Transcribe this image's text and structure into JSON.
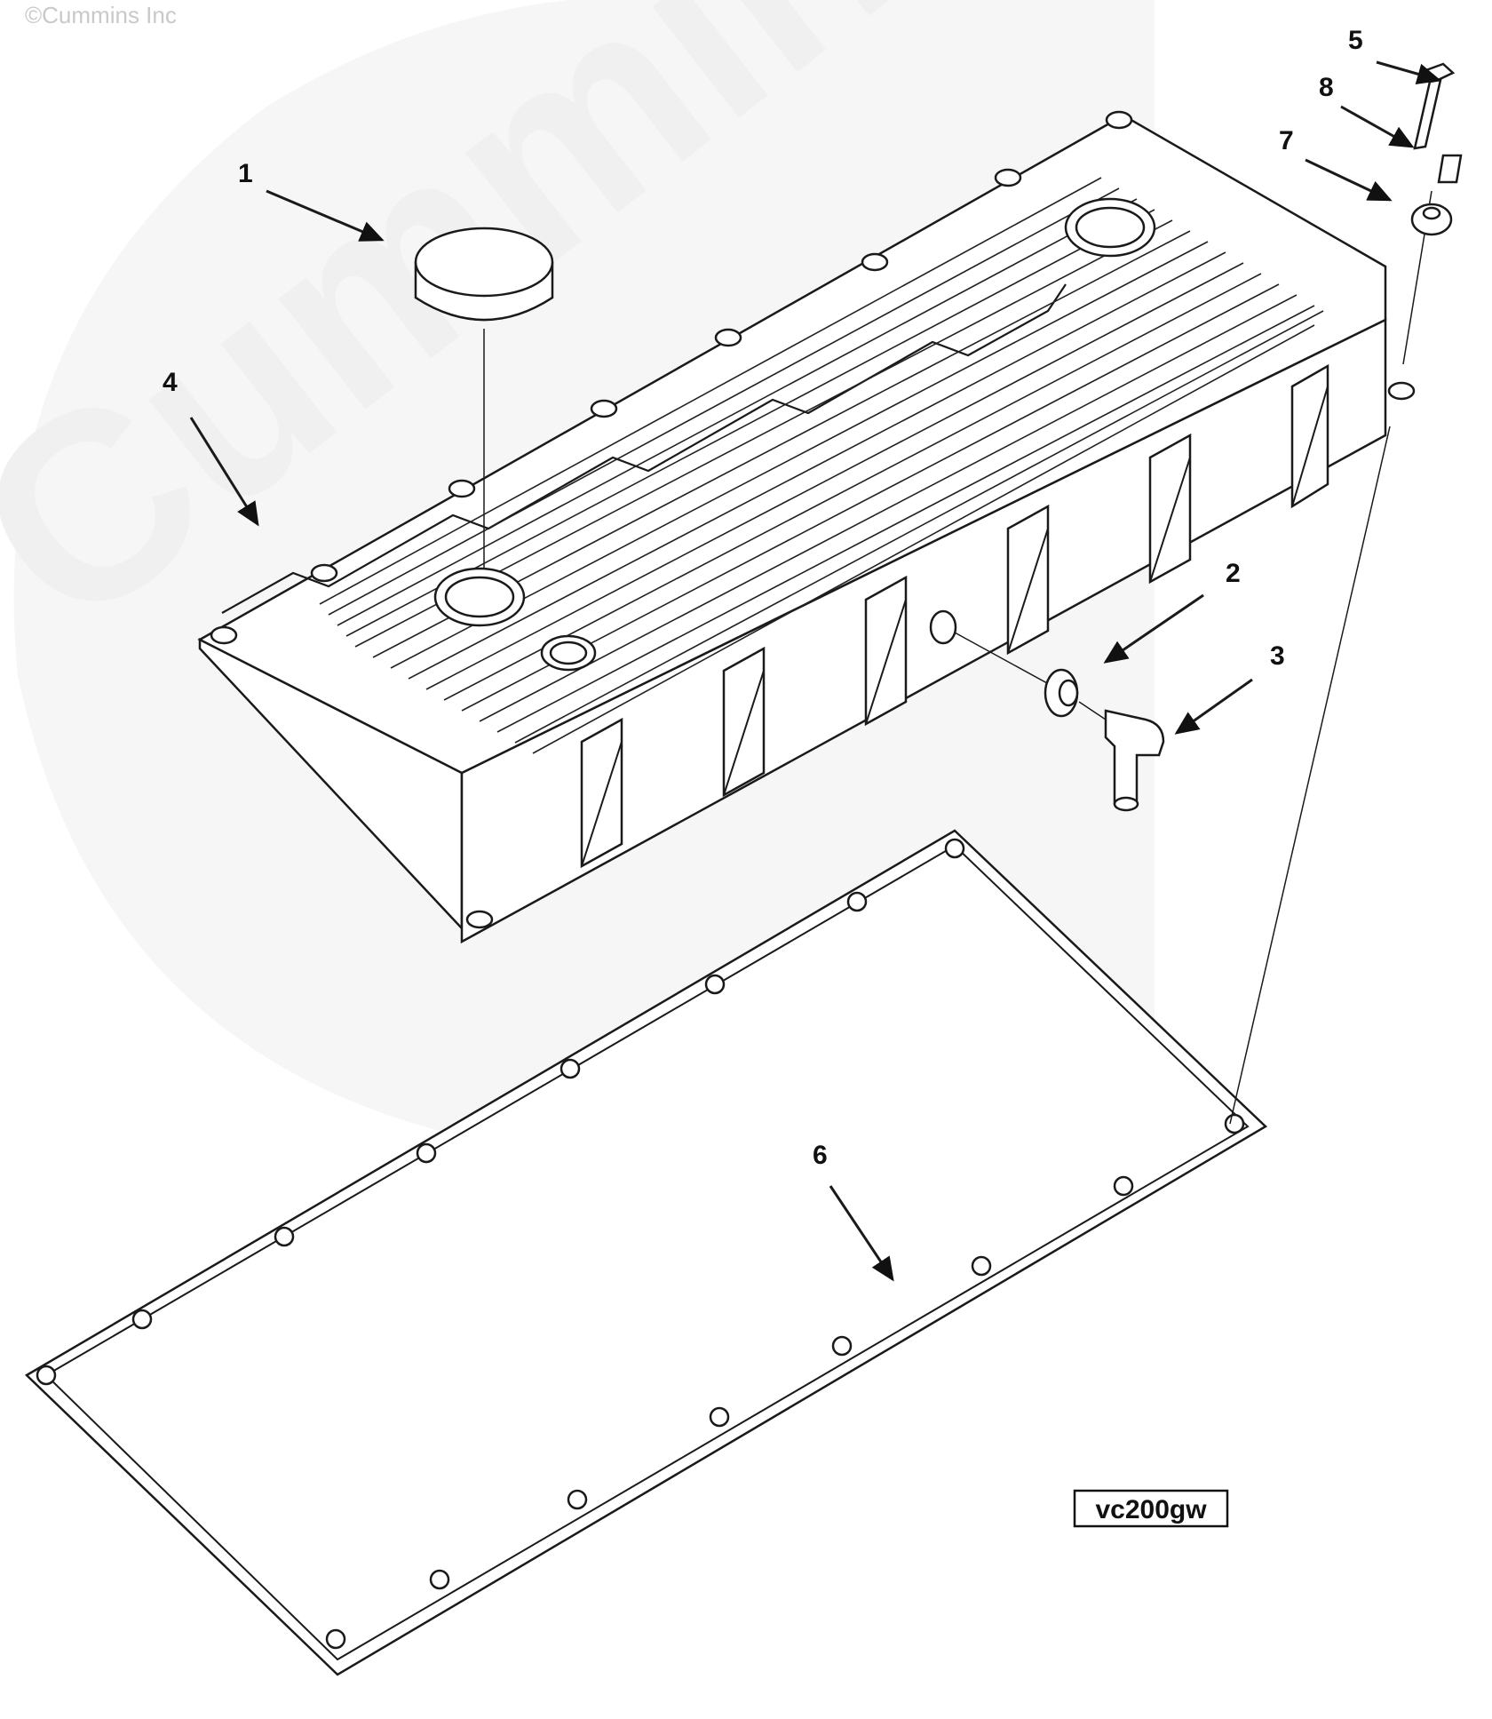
{
  "watermark": {
    "copyright": "©Cummins Inc",
    "brand": "Cummins"
  },
  "callouts": [
    "1",
    "2",
    "3",
    "4",
    "5",
    "6",
    "7",
    "8"
  ],
  "drawing_id": "vc200gw"
}
